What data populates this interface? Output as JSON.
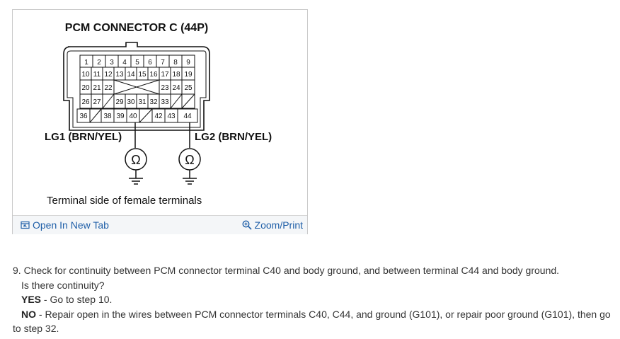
{
  "figure": {
    "title": "PCM CONNECTOR C (44P)",
    "left_label": "LG1 (BRN/YEL)",
    "right_label": "LG2 (BRN/YEL)",
    "caption": "Terminal side of female terminals",
    "meter_symbol": "Ω",
    "pins": {
      "row1": [
        "1",
        "2",
        "3",
        "4",
        "5",
        "6",
        "7",
        "8",
        "9"
      ],
      "row2": [
        "10",
        "11",
        "12",
        "13",
        "14",
        "15",
        "16",
        "17",
        "18",
        "19"
      ],
      "row3_left": [
        "20",
        "21",
        "22"
      ],
      "row3_right": [
        "23",
        "24",
        "25"
      ],
      "row4": [
        "26",
        "27",
        "29",
        "30",
        "31",
        "32",
        "33"
      ],
      "row5": [
        "36",
        "38",
        "39",
        "40",
        "42",
        "43",
        "44"
      ]
    }
  },
  "footer": {
    "open_tab": "Open In New Tab",
    "zoom": "Zoom/Print"
  },
  "step": {
    "number": "9.",
    "text": "Check for continuity between PCM connector terminal C40 and body ground, and between terminal C44 and body ground.",
    "question": "Is there continuity?",
    "yes_label": "YES",
    "yes_text": " - Go to step 10.",
    "no_label": "NO",
    "no_text": " - Repair open in the wires between PCM connector terminals C40, C44, and ground (G101), or repair poor ground (G101), then go",
    "no_text_cont": "to step 32."
  },
  "colors": {
    "link": "#1f5fa8",
    "border": "#c9c9c9"
  }
}
